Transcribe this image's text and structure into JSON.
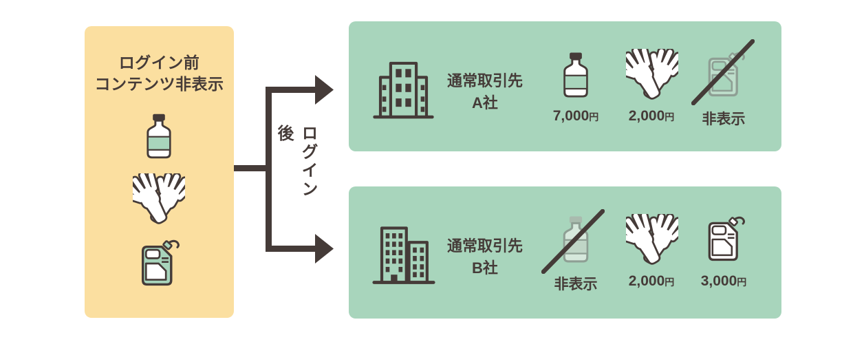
{
  "pre_login_panel": {
    "title_line1": "ログイン前",
    "title_line2": "コンテンツ非表示",
    "icons": [
      "bottle-icon",
      "gloves-icon",
      "jerrycan-icon"
    ]
  },
  "connector": {
    "label": "ログイン後"
  },
  "partner_a": {
    "name_line1": "通常取引先",
    "name_line2": "A社",
    "items": [
      {
        "icon": "bottle-icon",
        "value": "7,000",
        "unit": "円",
        "hidden": false
      },
      {
        "icon": "gloves-icon",
        "value": "2,000",
        "unit": "円",
        "hidden": false
      },
      {
        "icon": "jerrycan-icon",
        "value": "非表示",
        "unit": "",
        "hidden": true
      }
    ]
  },
  "partner_b": {
    "name_line1": "通常取引先",
    "name_line2": "B社",
    "items": [
      {
        "icon": "bottle-icon",
        "value": "非表示",
        "unit": "",
        "hidden": true
      },
      {
        "icon": "gloves-icon",
        "value": "2,000",
        "unit": "円",
        "hidden": false
      },
      {
        "icon": "jerrycan-icon",
        "value": "3,000",
        "unit": "円",
        "hidden": false
      }
    ]
  },
  "colors": {
    "panel_yellow": "#FBDFA0",
    "panel_green": "#A8D5BC",
    "line_dark": "#453B38",
    "ghost_line": "#8E9F94",
    "white": "#FFFFFF"
  }
}
